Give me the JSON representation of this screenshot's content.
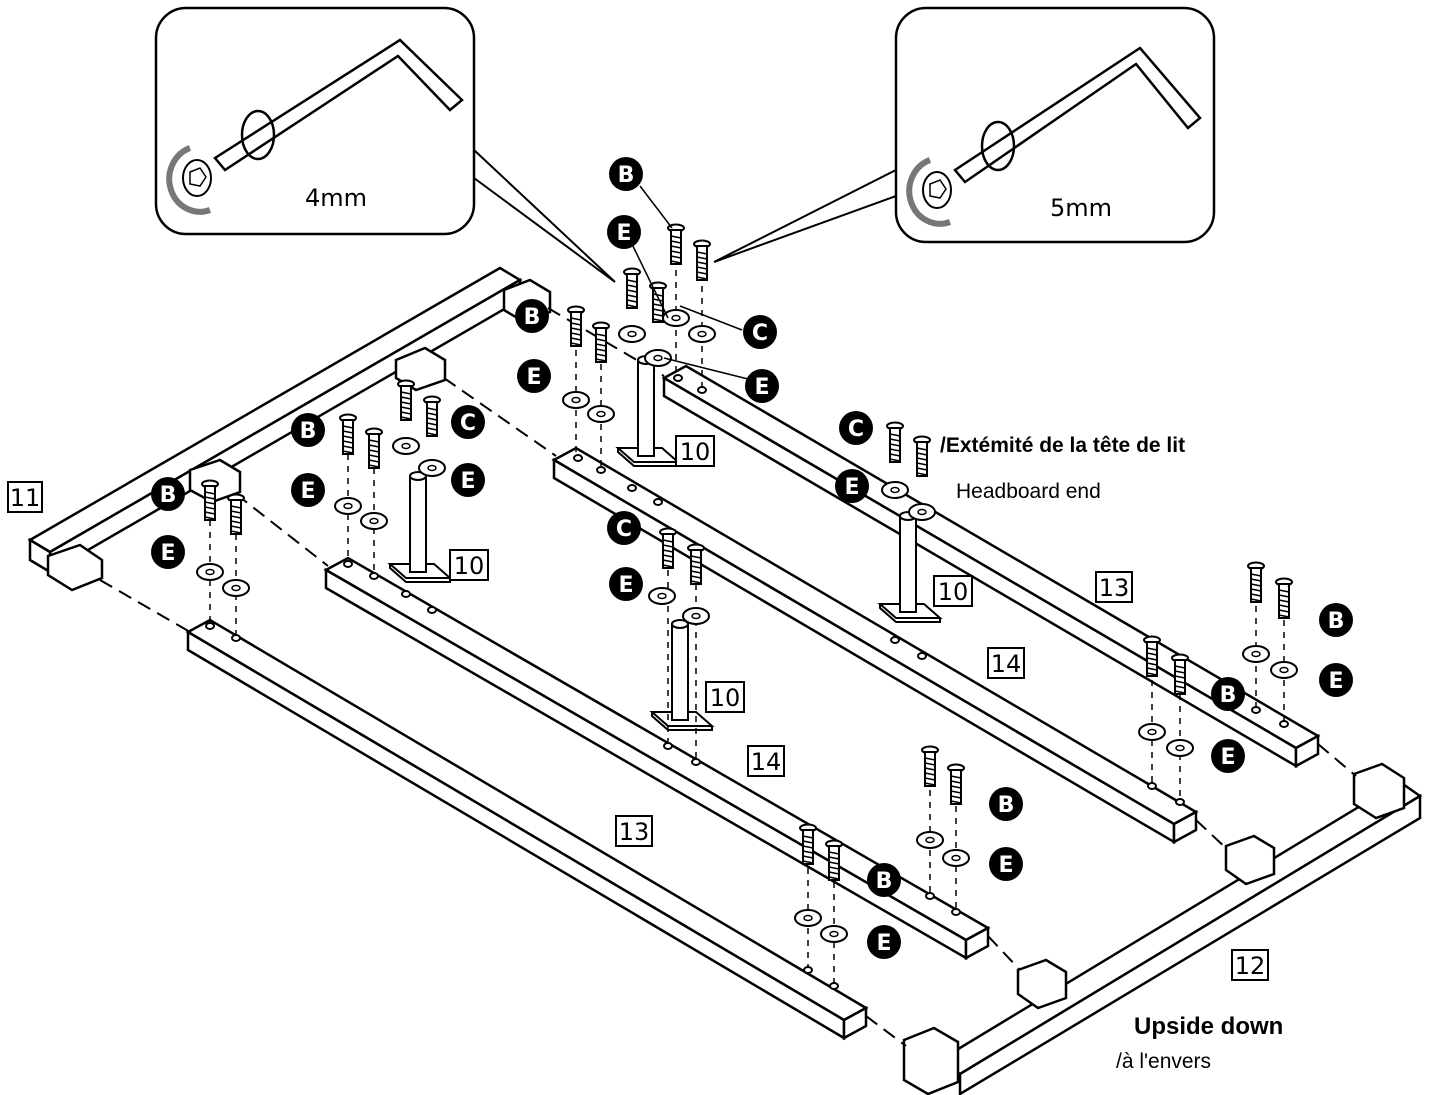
{
  "callouts": {
    "left_tool": "4mm",
    "right_tool": "5mm"
  },
  "notes": {
    "headboard_fr": "/Extémité de la tête de lit",
    "headboard_en": "Headboard end",
    "upside_en": "Upside down",
    "upside_fr": "/à l'envers"
  },
  "parts": {
    "p10": "10",
    "p11": "11",
    "p12": "12",
    "p13": "13",
    "p14": "14"
  },
  "hardware": {
    "B": "B",
    "C": "C",
    "E": "E"
  },
  "colors": {
    "line": "#000000",
    "marker_fill": "#000000",
    "marker_text": "#ffffff"
  }
}
